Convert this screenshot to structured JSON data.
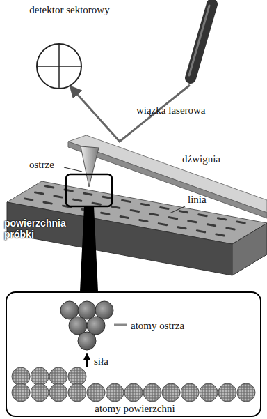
{
  "diagram": {
    "nodes": [
      {
        "text": [
          "detektor sektorowy"
        ]
      },
      {
        "text": [
          "atomy ostrza",
          "siła",
          "atomy powierzchni"
        ]
      }
    ],
    "labels": [
      "wiązka laserowa",
      "dźwignia",
      "ostrze",
      "linia",
      "powierzchnia próbki"
    ]
  }
}
